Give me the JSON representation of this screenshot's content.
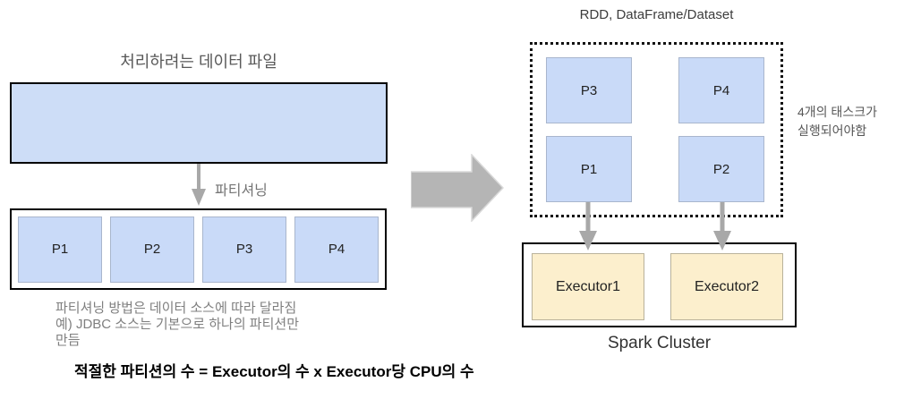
{
  "left": {
    "title": "처리하려는 데이터 파일",
    "arrow_label": "파티셔닝",
    "partitions": [
      "P1",
      "P2",
      "P3",
      "P4"
    ],
    "note_lines": [
      "파티셔닝 방법은 데이터 소스에 따라 달라짐",
      "예) JDBC 소스는 기본으로 하나의 파티션만",
      "만듬"
    ],
    "formula": "적절한 파티션의 수 = Executor의 수 x Executor당 CPU의 수"
  },
  "right": {
    "title": "RDD, DataFrame/Dataset",
    "grid_partitions": [
      "P3",
      "P4",
      "P1",
      "P2"
    ],
    "task_note_lines": [
      "4개의 태스크가",
      "실행되어야함"
    ],
    "cluster": {
      "executors": [
        "Executor1",
        "Executor2"
      ],
      "label": "Spark Cluster"
    }
  },
  "icons": {
    "partitioning_arrow": "arrow-down",
    "transform_arrow": "arrow-right",
    "task_arrows": "arrow-down"
  },
  "colors": {
    "partition_fill": "#c9daf8",
    "partition_border": "#a9b6cd",
    "datafile_fill": "#cdddf7",
    "executor_fill": "#fcefcd",
    "executor_border": "#b9b29b",
    "arrow_gray": "#b5b5b5",
    "box_border": "#000000",
    "note_text": "#7f7f7f"
  }
}
